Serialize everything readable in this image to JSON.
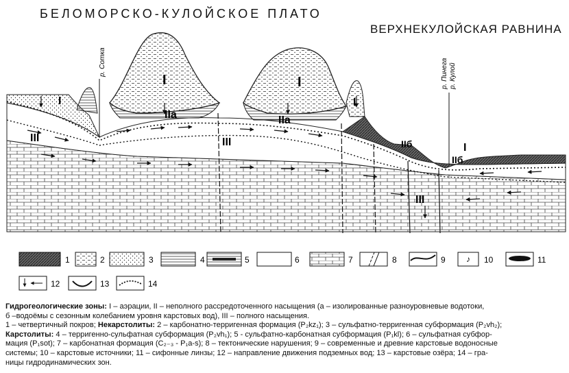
{
  "header": {
    "plateau_title": "БЕЛОМОРСКО-КУЛОЙСКОЕ ПЛАТО",
    "plain_title": "ВЕРХНЕКУЛОЙСКАЯ РАВНИНА"
  },
  "section_labels": {
    "river_sotka": "р. Сотка",
    "river_pinega": "р. Пинега",
    "river_kuloy": "р. Кулой",
    "zone_I": "I",
    "zone_IIa": "IIа",
    "zone_IIb": "IIб",
    "zone_III": "III"
  },
  "legend": [
    {
      "num": "1",
      "pattern": "hatch-dark"
    },
    {
      "num": "2",
      "pattern": "dots-dash"
    },
    {
      "num": "3",
      "pattern": "dots"
    },
    {
      "num": "4",
      "pattern": "lines"
    },
    {
      "num": "5",
      "pattern": "lines-dark"
    },
    {
      "num": "6",
      "pattern": "blank"
    },
    {
      "num": "7",
      "pattern": "bricks"
    },
    {
      "num": "8",
      "pattern": "faults"
    },
    {
      "num": "9",
      "pattern": "karst"
    },
    {
      "num": "10",
      "pattern": "spring"
    },
    {
      "num": "11",
      "pattern": "lens"
    },
    {
      "num": "12",
      "pattern": "arrows"
    },
    {
      "num": "13",
      "pattern": "lake"
    },
    {
      "num": "14",
      "pattern": "dotted-line"
    }
  ],
  "caption": {
    "l1_bold": "Гидрогеологические зоны:",
    "l1_text": " I – аэрации,  II – неполного рассредоточенного насыщения (а – изолированные разноуровневые водотоки,",
    "l2_text": "б –водоёмы с сезонным колебанием уровня карстовых вод), III – полного насыщения.",
    "l3_text": "1 – четвертичный покров; ",
    "l3_bold": "Некарстолиты:",
    "l3_rest": " 2 – карбонатно-терригенная формация (P₂kz₁);  3 – сульфатно-терригенная субформация (P₂vh₂);",
    "l4_bold": "Карстолиты:",
    "l4_text": "  4 – терригенно-сульфатная субформация (P₂vh₁);  5 - сульфатно-карбонатная субформация (P₁kl);  6 – сульфатная субфор-",
    "l5_text": "мация (P₁sot);  7 – карбонатная формация (C₂₋₃ - P₁a-s);  8 – тектонические нарушения;  9 – современные и древние карстовые водоносные",
    "l6_text": "системы;  10 – карстовые источники;  11 – сифонные линзы;  12 – направление движения подземных вод;  13 – карстовые озёра;  14 – гра-",
    "l7_text": "ницы гидродинамических зон."
  }
}
